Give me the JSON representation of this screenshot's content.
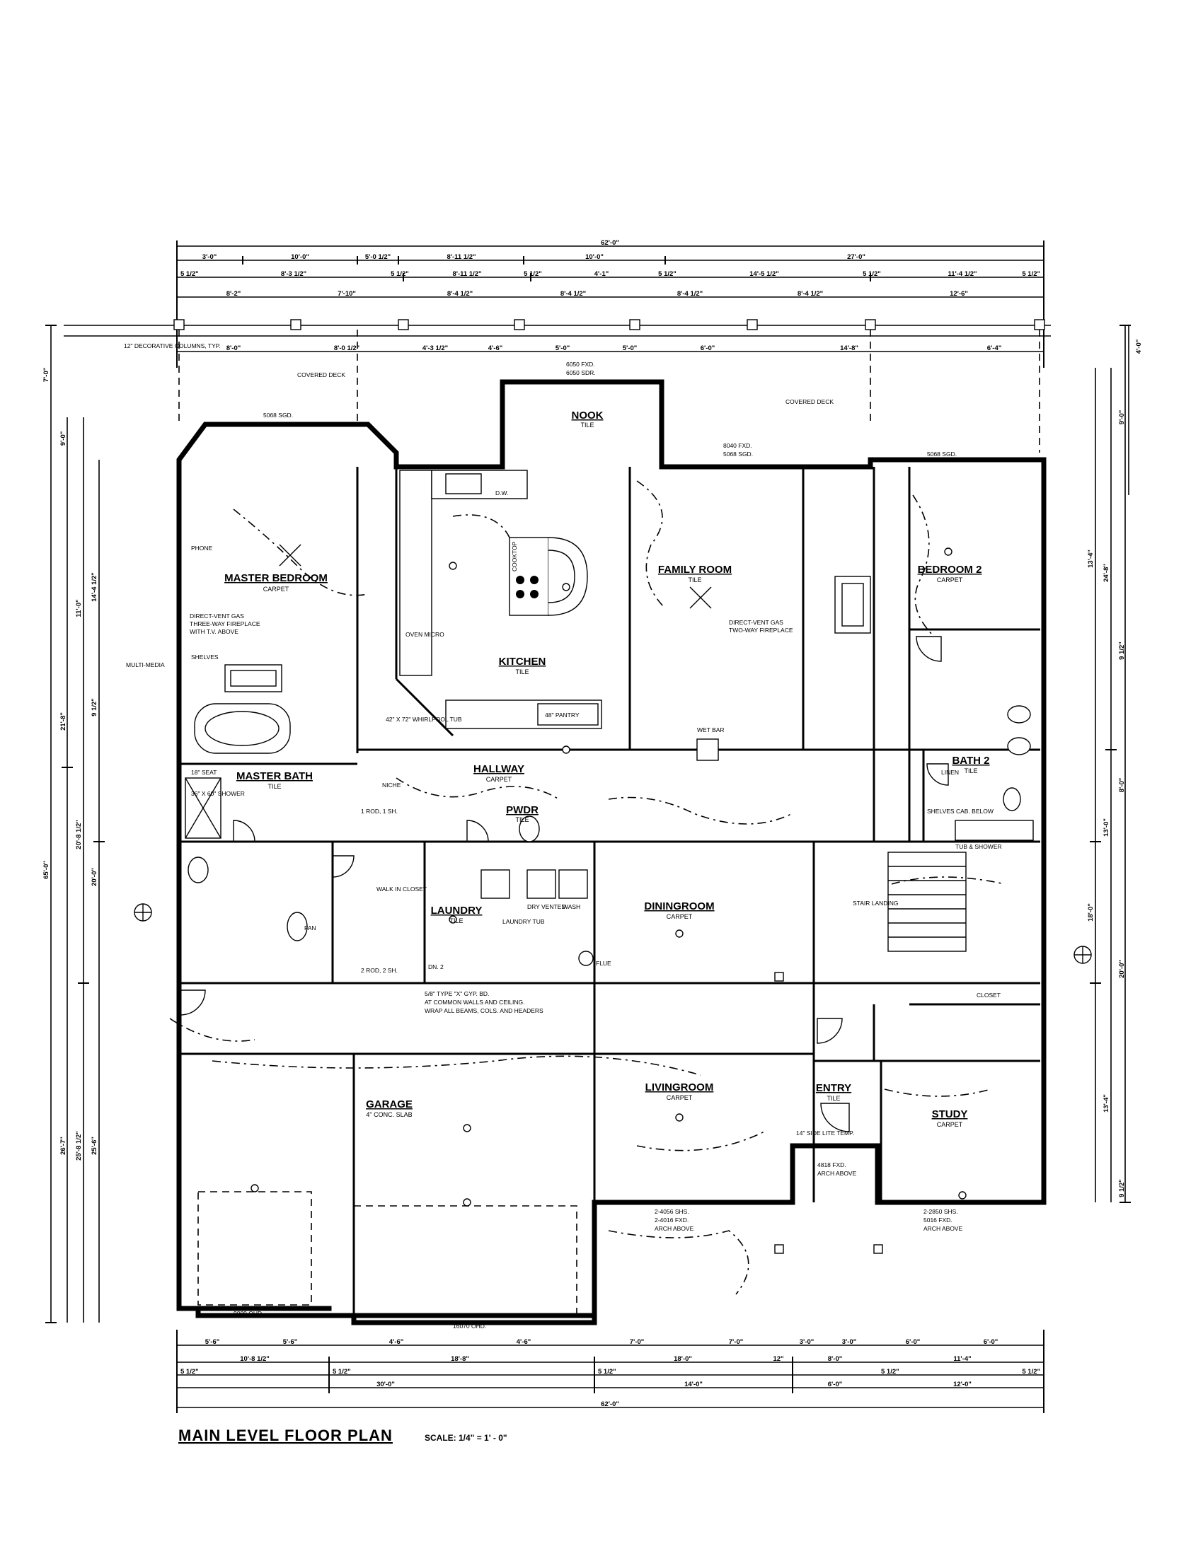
{
  "title": "MAIN LEVEL FLOOR PLAN",
  "scale": "SCALE: 1/4\" = 1' - 0\"",
  "rooms": [
    {
      "name": "MASTER BEDROOM",
      "floor": "CARPET"
    },
    {
      "name": "NOOK",
      "floor": "TILE"
    },
    {
      "name": "KITCHEN",
      "floor": "TILE"
    },
    {
      "name": "FAMILY ROOM",
      "floor": "TILE"
    },
    {
      "name": "BEDROOM 2",
      "floor": "CARPET"
    },
    {
      "name": "MASTER BATH",
      "floor": "TILE"
    },
    {
      "name": "HALLWAY",
      "floor": "CARPET"
    },
    {
      "name": "PWDR",
      "floor": "TILE"
    },
    {
      "name": "BATH 2",
      "floor": "TILE"
    },
    {
      "name": "LAUNDRY",
      "floor": "TILE"
    },
    {
      "name": "DININGROOM",
      "floor": "CARPET"
    },
    {
      "name": "GARAGE",
      "floor": "4\" CONC. SLAB"
    },
    {
      "name": "LIVINGROOM",
      "floor": "CARPET"
    },
    {
      "name": "ENTRY",
      "floor": "TILE"
    },
    {
      "name": "STUDY",
      "floor": "CARPET"
    }
  ],
  "notes": {
    "covered_deck_left": "COVERED DECK",
    "covered_deck_right": "COVERED DECK",
    "columns": "12\" DECORATIVE COLUMNS, TYP.",
    "nook_window": "6050 FXD.",
    "nook_window_2": "6050 SDR.",
    "mb_door": "5068 SGD.",
    "fam_door_a": "8040 FXD.",
    "fam_door_b": "5068 SGD.",
    "br2_door": "5068 SGD.",
    "fireplace_mb_1": "DIRECT-VENT GAS",
    "fireplace_mb_2": "THREE-WAY FIREPLACE",
    "fireplace_mb_3": "WITH T.V. ABOVE",
    "fireplace_fr_1": "DIRECT-VENT GAS",
    "fireplace_fr_2": "TWO-WAY FIREPLACE",
    "multimedia": "MULTI-MEDIA",
    "shelves": "SHELVES",
    "whirlpool": "42\" X 72\" WHIRLPOOL TUB",
    "pantry": "48\" PANTRY",
    "wet_bar": "WET BAR",
    "walk_in_closet": "WALK IN CLOSET",
    "laundry_tub": "LAUNDRY TUB",
    "dryer": "DRY VENTED",
    "wash": "WASH",
    "flue": "FLUE",
    "stair_landing": "STAIR LANDING",
    "closet": "CLOSET",
    "tub_shower": "TUB & SHOWER",
    "linen": "LINEN",
    "firewall_1": "5/8\" TYPE \"X\" GYP. BD.",
    "firewall_2": "AT COMMON WALLS AND CEILING.",
    "firewall_3": "WRAP ALL BEAMS, COLS. AND HEADERS",
    "garage_door_l": "9080 OHD.",
    "garage_door_r": "16070 OHD.",
    "lr_window_1": "2-4056 SHS.",
    "lr_window_2": "2-4016 FXD.",
    "lr_window_3": "ARCH ABOVE",
    "entry_window_1": "4818 FXD.",
    "entry_window_2": "ARCH ABOVE",
    "study_window_1": "2-2850 SHS.",
    "study_window_2": "5016 FXD.",
    "study_window_3": "ARCH ABOVE",
    "phone": "PHONE",
    "fan": "FAN",
    "bench": "18\" SEAT",
    "shower": "36\" X 60\" SHOWER",
    "side_lite": "14\" SIDE LITE TEMP.",
    "dw": "D.W.",
    "cooktop": "COOKTOP",
    "oven": "OVEN MICRO",
    "niche": "NICHE",
    "shelves_cab": "SHELVES CAB. BELOW",
    "rod_shelf_1": "1 ROD, 1 SH.",
    "rod_shelf_2": "2 ROD, 2 SH.",
    "dn": "DN. 2"
  },
  "dims_top_1": [
    "62'-0\""
  ],
  "dims_top_2": [
    "3'-0\"",
    "10'-0\"",
    "5'-0 1/2\"",
    "8'-11 1/2\"",
    "10'-0\"",
    "27'-0\""
  ],
  "dims_top_3": [
    "5 1/2\"",
    "8'-3 1/2\"",
    "5 1/2\"",
    "8'-11 1/2\"",
    "5 1/2\"",
    "4'-1\"",
    "5 1/2\"",
    "14'-5 1/2\"",
    "5 1/2\"",
    "11'-4 1/2\"",
    "5 1/2\""
  ],
  "dims_top_4": [
    "8'-2\"",
    "7'-10\"",
    "8'-4 1/2\"",
    "8'-4 1/2\"",
    "8'-4 1/2\"",
    "8'-4 1/2\"",
    "12'-6\""
  ],
  "dims_top_5": [
    "8'-0\"",
    "8'-0 1/2\"",
    "4'-3 1/2\"",
    "4'-6\"",
    "5'-0\"",
    "5'-0\"",
    "6'-0\"",
    "14'-8\"",
    "6'-4\""
  ],
  "dims_bottom_1": [
    "5'-6\"",
    "5'-6\"",
    "4'-6\"",
    "4'-6\"",
    "7'-0\"",
    "7'-0\"",
    "3'-0\"",
    "3'-0\"",
    "6'-0\"",
    "6'-0\""
  ],
  "dims_bottom_2": [
    "10'-8 1/2\"",
    "18'-8\"",
    "18'-0\"",
    "12\"",
    "8'-0\"",
    "11'-4\""
  ],
  "dims_bottom_3": [
    "5 1/2\"",
    "5 1/2\"",
    "5 1/2\"",
    "5 1/2\"",
    "5 1/2\""
  ],
  "dims_bottom_4": [
    "30'-0\"",
    "14'-0\"",
    "6'-0\"",
    "12'-0\""
  ],
  "dims_bottom_5": [
    "62'-0\""
  ],
  "dims_left": [
    "7'-0\"",
    "9'-0\"",
    "14'-4 1/2\"",
    "11'-0\"",
    "9 1/2\"",
    "21'-8\"",
    "20'-8 1/2\"",
    "20'-0\"",
    "65'-0\"",
    "26'-7\"",
    "25'-8 1/2\"",
    "25'-6\""
  ],
  "dims_right": [
    "4'-0\"",
    "9'-0\"",
    "13'-4\"",
    "24'-8\"",
    "9 1/2\"",
    "8'-0\"",
    "13'-0\"",
    "18'-0\"",
    "20'-0\"",
    "13'-4\"",
    "9 1/2\""
  ]
}
